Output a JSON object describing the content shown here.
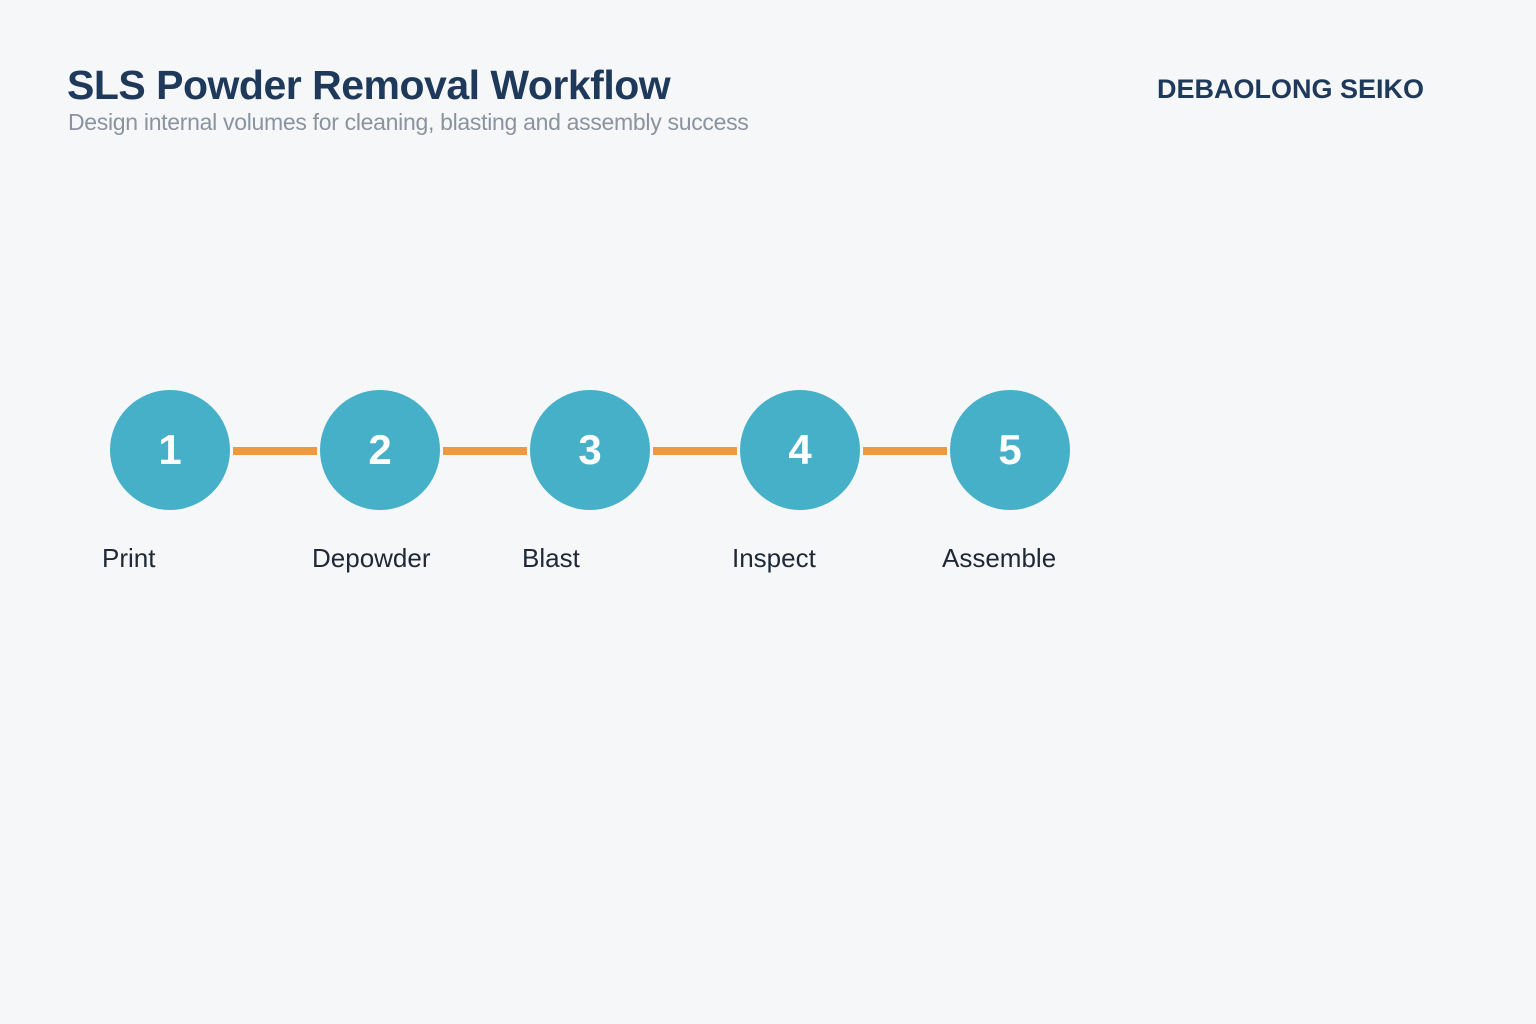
{
  "header": {
    "title": "SLS Powder Removal Workflow",
    "subtitle": "Design internal volumes for cleaning, blasting and assembly success",
    "brand": "DEBAOLONG SEIKO"
  },
  "workflow": {
    "steps": [
      {
        "number": "1",
        "label": "Print"
      },
      {
        "number": "2",
        "label": "Depowder"
      },
      {
        "number": "3",
        "label": "Blast"
      },
      {
        "number": "4",
        "label": "Inspect"
      },
      {
        "number": "5",
        "label": "Assemble"
      }
    ]
  },
  "colors": {
    "background": "#F5F7F9",
    "title": "#1F395A",
    "subtitle": "#8A939E",
    "label": "#1E2836",
    "circle": "#46B0C8",
    "number": "#FFFFFF",
    "connector": "#F0993C"
  }
}
